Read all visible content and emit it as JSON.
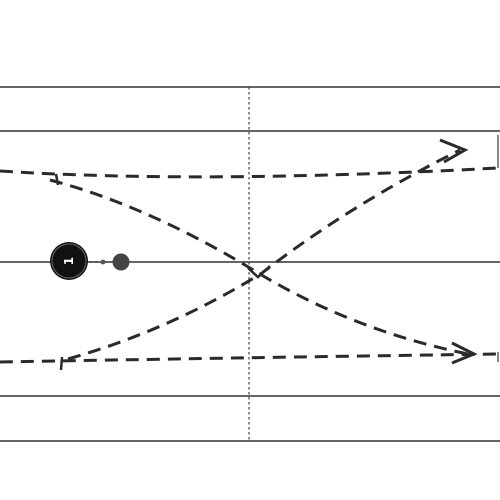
{
  "diagram": {
    "type": "court-drill",
    "colors": {
      "background": "#ffffff",
      "court_lines": "#333333",
      "center_line": "#444444",
      "path_lines": "#2a2a2a",
      "player": "#111111",
      "ball": "#444444"
    },
    "player": {
      "icon": "player-marker-icon",
      "label": "1"
    },
    "ball": {
      "icon": "ball-icon"
    },
    "paths": [
      {
        "name": "top-straight-run",
        "style": "dashed",
        "arrow": true
      },
      {
        "name": "top-to-bottom-diagonal",
        "style": "dashed",
        "arrow": true
      },
      {
        "name": "bottom-to-top-diagonal",
        "style": "dashed",
        "arrow": true
      },
      {
        "name": "bottom-straight-run",
        "style": "dashed",
        "arrow": true
      }
    ]
  }
}
